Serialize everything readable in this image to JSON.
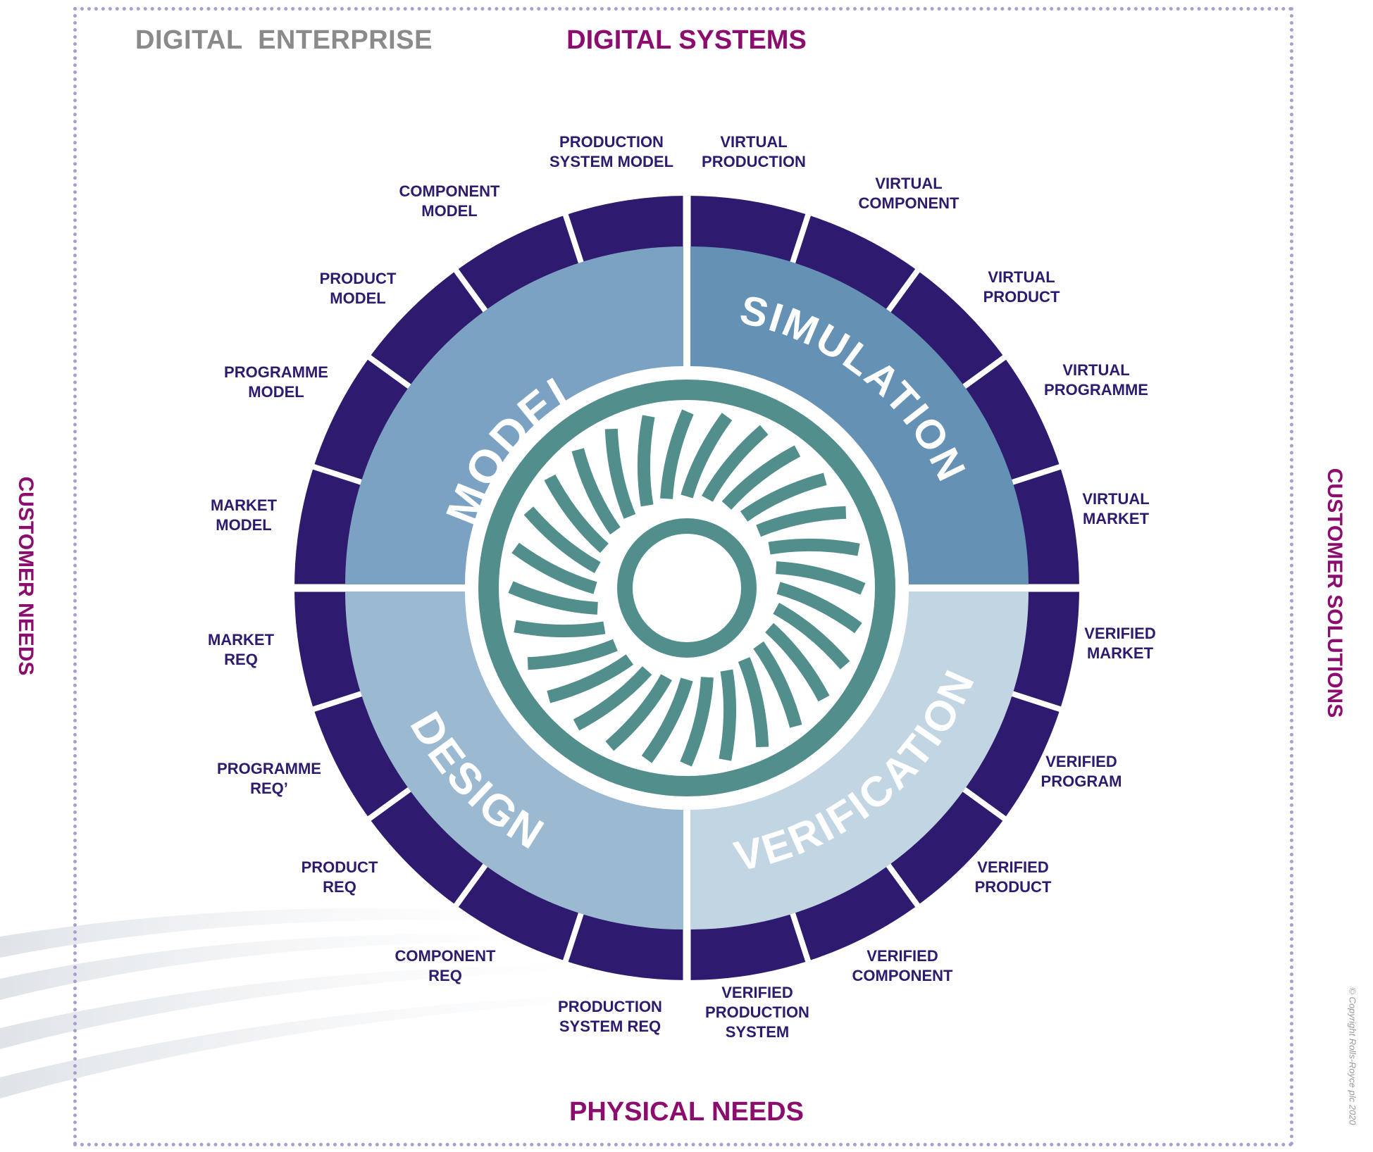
{
  "header": {
    "enterprise_title": "DIGITAL  ENTERPRISE",
    "systems_title": "DIGITAL SYSTEMS"
  },
  "footer": {
    "physical_title": "PHYSICAL NEEDS"
  },
  "sides": {
    "left": "CUSTOMER NEEDS",
    "right": "CUSTOMER SOLUTIONS"
  },
  "copyright": "© Copyright Rolls-Royce plc 2020",
  "quadrants": {
    "model": "MODEL",
    "simulation": "SIMULATION",
    "design": "DESIGN",
    "verification": "VERIFICATION"
  },
  "colors": {
    "outer_ring": "#2e1a6e",
    "model": "#7ba2c2",
    "simulation": "#6491b4",
    "design": "#9bb9d0",
    "verification": "#c2d5e2",
    "engine": "#528f8c",
    "accent": "#8b0e6f",
    "frame": "#a79fce"
  },
  "icons": {
    "center": "turbofan-engine-icon"
  },
  "ring_labels": {
    "production_system_model": [
      "PRODUCTION",
      "SYSTEM MODEL"
    ],
    "component_model": [
      "COMPONENT",
      "MODEL"
    ],
    "product_model": [
      "PRODUCT",
      "MODEL"
    ],
    "programme_model": [
      "PROGRAMME",
      "MODEL"
    ],
    "market_model": [
      "MARKET",
      "MODEL"
    ],
    "market_req": [
      "MARKET",
      "REQ"
    ],
    "programme_req": [
      "PROGRAMME",
      "REQ’"
    ],
    "product_req": [
      "PRODUCT",
      "REQ"
    ],
    "component_req": [
      "COMPONENT",
      "REQ"
    ],
    "production_system_req": [
      "PRODUCTION",
      "SYSTEM REQ"
    ],
    "verified_production_system": [
      "VERIFIED",
      "PRODUCTION",
      "SYSTEM"
    ],
    "verified_component": [
      "VERIFIED",
      "COMPONENT"
    ],
    "verified_product": [
      "VERIFIED",
      "PRODUCT"
    ],
    "verified_program": [
      "VERIFIED",
      "PROGRAM"
    ],
    "verified_market": [
      "VERIFIED",
      "MARKET"
    ],
    "virtual_market": [
      "VIRTUAL",
      "MARKET"
    ],
    "virtual_programme": [
      "VIRTUAL",
      "PROGRAMME"
    ],
    "virtual_product": [
      "VIRTUAL",
      "PRODUCT"
    ],
    "virtual_component": [
      "VIRTUAL",
      "COMPONENT"
    ],
    "virtual_production": [
      "VIRTUAL",
      "PRODUCTION"
    ]
  }
}
